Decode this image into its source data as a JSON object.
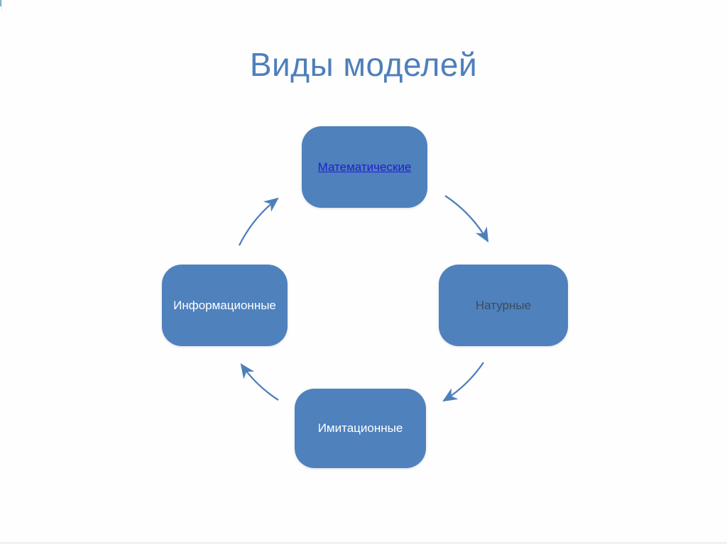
{
  "slide": {
    "title": "Виды моделей",
    "background_color": "#FFFFFF",
    "title_color": "#4E7FBA"
  },
  "diagram": {
    "type": "cycle",
    "flow": "clockwise",
    "node_fill_color": "#4F81BD",
    "arrow_color": "#4E7FBB",
    "link_color": "#1F1FCB",
    "nodes": [
      {
        "label": "Математические",
        "position": "top",
        "is_link": true,
        "text_color": "#1F1FCB"
      },
      {
        "label": "Натурные",
        "position": "right",
        "is_link": false,
        "text_color": "#3E4A5C"
      },
      {
        "label": "Имитационные",
        "position": "bottom",
        "is_link": false,
        "text_color": "#FFFFFF"
      },
      {
        "label": "Информационные",
        "position": "left",
        "is_link": false,
        "text_color": "#FFFFFF"
      }
    ]
  }
}
